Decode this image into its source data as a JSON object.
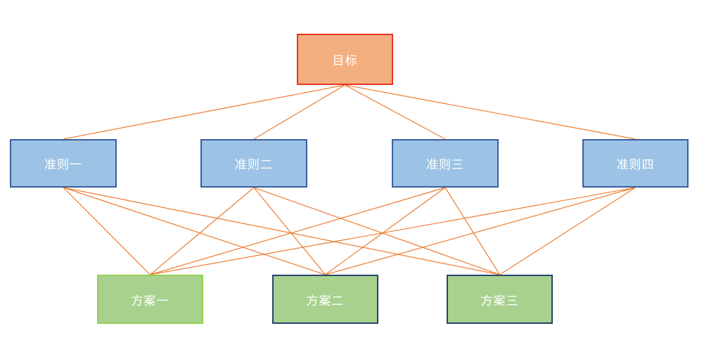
{
  "diagram": {
    "background_color": "#ffffff",
    "edge_color": "#ED7D31",
    "edge_width": 1.2,
    "nodes": {
      "goal": {
        "label": "目标",
        "fill": "#F4AF81",
        "border": "#EB3323",
        "text_color": "#ffffff"
      },
      "c1": {
        "label": "准则一",
        "fill": "#9CC3E5",
        "border": "#3A5F9E",
        "text_color": "#ffffff"
      },
      "c2": {
        "label": "准则二",
        "fill": "#9CC3E5",
        "border": "#3A5F9E",
        "text_color": "#ffffff"
      },
      "c3": {
        "label": "准则三",
        "fill": "#9CC3E5",
        "border": "#3A5F9E",
        "text_color": "#ffffff"
      },
      "c4": {
        "label": "准则四",
        "fill": "#9CC3E5",
        "border": "#3A5F9E",
        "text_color": "#ffffff"
      },
      "a1": {
        "label": "方案一",
        "fill": "#A9D18E",
        "border": "#92D050",
        "text_color": "#ffffff"
      },
      "a2": {
        "label": "方案二",
        "fill": "#A9D18E",
        "border": "#24456E",
        "text_color": "#ffffff"
      },
      "a3": {
        "label": "方案三",
        "fill": "#A9D18E",
        "border": "#24456E",
        "text_color": "#ffffff"
      }
    },
    "edges": [
      {
        "from": "goal",
        "to": "c1"
      },
      {
        "from": "goal",
        "to": "c2"
      },
      {
        "from": "goal",
        "to": "c3"
      },
      {
        "from": "goal",
        "to": "c4"
      },
      {
        "from": "c1",
        "to": "a1"
      },
      {
        "from": "c1",
        "to": "a2"
      },
      {
        "from": "c1",
        "to": "a3"
      },
      {
        "from": "c2",
        "to": "a1"
      },
      {
        "from": "c2",
        "to": "a2"
      },
      {
        "from": "c2",
        "to": "a3"
      },
      {
        "from": "c3",
        "to": "a1"
      },
      {
        "from": "c3",
        "to": "a2"
      },
      {
        "from": "c3",
        "to": "a3"
      },
      {
        "from": "c4",
        "to": "a1"
      },
      {
        "from": "c4",
        "to": "a2"
      },
      {
        "from": "c4",
        "to": "a3"
      }
    ]
  }
}
